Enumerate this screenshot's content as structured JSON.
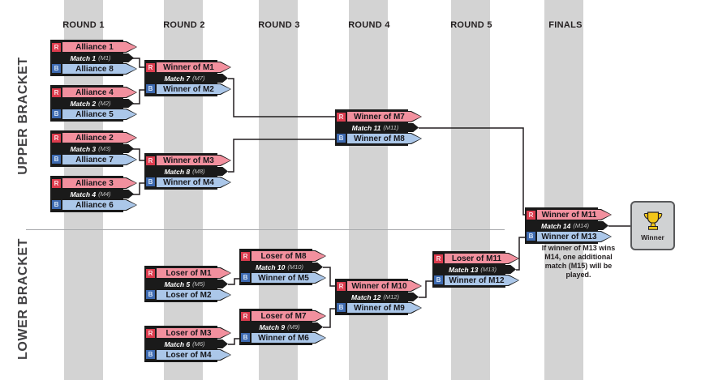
{
  "columns": [
    {
      "label": "ROUND 1"
    },
    {
      "label": "ROUND 2"
    },
    {
      "label": "ROUND 3"
    },
    {
      "label": "ROUND 4"
    },
    {
      "label": "ROUND 5"
    },
    {
      "label": "FINALS"
    }
  ],
  "sections": {
    "upper_label": "UPPER BRACKET",
    "lower_label": "LOWER BRACKET"
  },
  "tags": {
    "red": "R",
    "blue": "B"
  },
  "matches": [
    {
      "red": "Alliance 1",
      "blue": "Alliance 8",
      "label": "Match 1",
      "code": "(M1)"
    },
    {
      "red": "Alliance 4",
      "blue": "Alliance 5",
      "label": "Match 2",
      "code": "(M2)"
    },
    {
      "red": "Alliance 2",
      "blue": "Alliance 7",
      "label": "Match 3",
      "code": "(M3)"
    },
    {
      "red": "Alliance 3",
      "blue": "Alliance 6",
      "label": "Match 4",
      "code": "(M4)"
    },
    {
      "red": "Winner of M1",
      "blue": "Winner of M2",
      "label": "Match 7",
      "code": "(M7)"
    },
    {
      "red": "Winner of M3",
      "blue": "Winner of M4",
      "label": "Match 8",
      "code": "(M8)"
    },
    {
      "red": "Winner of M7",
      "blue": "Winner of M8",
      "label": "Match 11",
      "code": "(M11)"
    },
    {
      "red": "Winner of M11",
      "blue": "Winner of M13",
      "label": "Match 14",
      "code": "(M14)"
    },
    {
      "red": "Loser of M1",
      "blue": "Loser of M2",
      "label": "Match 5",
      "code": "(M5)"
    },
    {
      "red": "Loser of M3",
      "blue": "Loser of M4",
      "label": "Match 6",
      "code": "(M6)"
    },
    {
      "red": "Loser of M8",
      "blue": "Winner of M5",
      "label": "Match 10",
      "code": "(M10)"
    },
    {
      "red": "Loser of M7",
      "blue": "Winner of M6",
      "label": "Match 9",
      "code": "(M9)"
    },
    {
      "red": "Winner of M10",
      "blue": "Winner of M9",
      "label": "Match 12",
      "code": "(M12)"
    },
    {
      "red": "Loser of M11",
      "blue": "Winner of M12",
      "label": "Match 13",
      "code": "(M13)"
    }
  ],
  "finals_note": {
    "lines": [
      "If winner of M13 wins",
      "M14, one additional",
      "match (M15) will be",
      "played."
    ]
  },
  "winner_box": {
    "label": "Winner",
    "icon": "trophy-icon"
  },
  "brand_colors": {
    "red_banner": "#F2909E",
    "red_tag": "#DC3C4E",
    "blue_banner": "#ABC7E9",
    "blue_tag": "#3E6AB0",
    "frame_black": "#1A1A1A",
    "column_stripe": "#D3D3D3",
    "winner_gold": "#F2C618"
  }
}
